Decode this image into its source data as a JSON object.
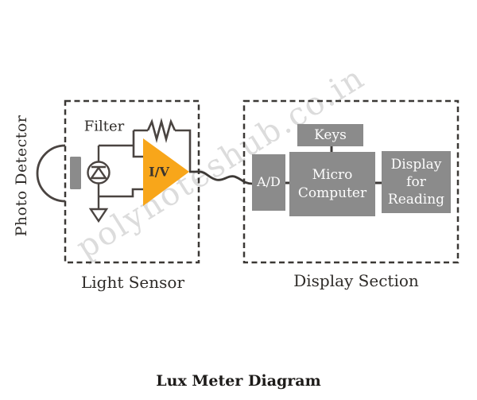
{
  "diagram": {
    "title": "Lux Meter Diagram",
    "watermark": "polynoteshub.co.in",
    "light_sensor": {
      "section_label": "Light Sensor",
      "photo_detector_label": "Photo Detector",
      "filter_label": "Filter",
      "opamp_label": "I/V"
    },
    "display_section": {
      "section_label": "Display Section",
      "blocks": [
        {
          "id": "ad",
          "label": "A/D"
        },
        {
          "id": "keys",
          "label": "Keys"
        },
        {
          "id": "micro",
          "label": "Micro Computer"
        },
        {
          "id": "display",
          "label": "Display for Reading"
        }
      ]
    },
    "colors": {
      "opamp_orange": "#F8A61A",
      "block_gray": "#8B8B8B",
      "wire": "#4A4441",
      "dashed_border": "#3B3835",
      "watermark_gray": "#DCDCDC",
      "text_dark": "#2E2B28"
    }
  }
}
